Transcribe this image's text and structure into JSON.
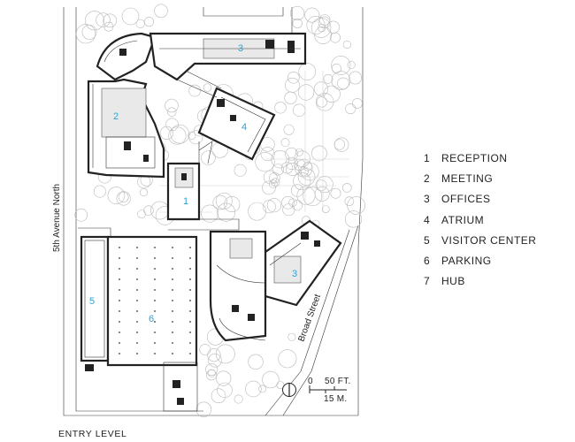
{
  "plan_numbers": {
    "reception": "1",
    "meeting": "2",
    "offices_north": "3",
    "atrium": "4",
    "offices_south": "3",
    "visitor_center": "5",
    "parking": "6"
  },
  "legend": [
    {
      "key": "1",
      "label": "RECEPTION"
    },
    {
      "key": "2",
      "label": "MEETING"
    },
    {
      "key": "3",
      "label": "OFFICES"
    },
    {
      "key": "4",
      "label": "ATRIUM"
    },
    {
      "key": "5",
      "label": "VISITOR CENTER"
    },
    {
      "key": "6",
      "label": "PARKING"
    },
    {
      "key": "7",
      "label": "HUB"
    }
  ],
  "streets": {
    "west": "5th Avenue North",
    "east": "Broad Street"
  },
  "scale": {
    "zero": "0",
    "feet": "50 FT.",
    "meters": "15 M."
  },
  "level_label": "ENTRY LEVEL",
  "colors": {
    "number_blue": "#2ea3d8",
    "linework": "#222222"
  }
}
